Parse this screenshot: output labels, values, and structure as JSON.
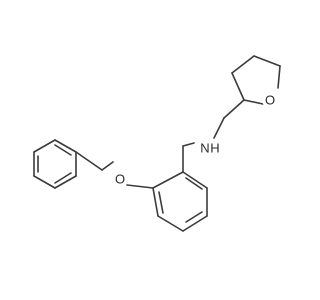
{
  "molecule": {
    "atom_labels": {
      "oxygen_ether": "O",
      "nitrogen_amine": "N",
      "hydrogen_amine": "H",
      "oxygen_ring": "O"
    },
    "colors": {
      "bond": "#3b3b3b",
      "label": "#2b2b2b",
      "background": "#ffffff"
    }
  }
}
